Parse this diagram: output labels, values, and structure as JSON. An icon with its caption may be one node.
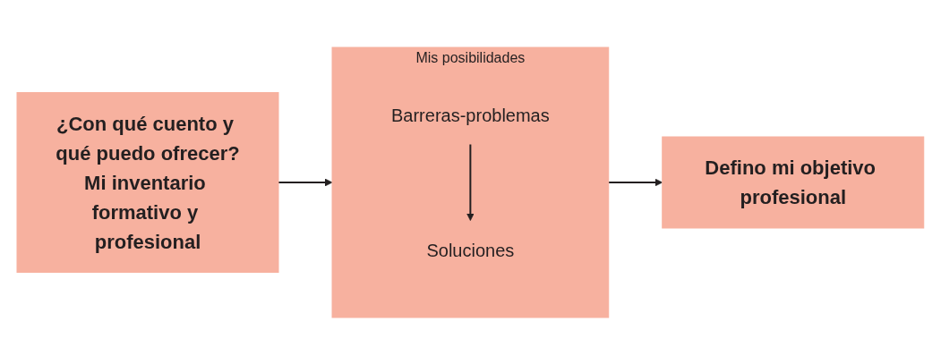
{
  "diagram": {
    "nodes": [
      {
        "text": [
          "¿Con qué cuento y qué puedo ofrecer?",
          "Mi inventario formativo y profesional"
        ]
      },
      {
        "text": [
          "Mis posibilidades"
        ]
      },
      {
        "text": [
          "Barreras-problemas"
        ],
        "in": 1
      },
      {
        "text": [
          "Soluciones"
        ],
        "in": 1
      },
      {
        "text": [
          "Defino mi objetivo profesional"
        ]
      }
    ],
    "edges": [
      {
        "from": 0,
        "to": 1,
        "arrow": "to"
      },
      {
        "from": 2,
        "to": 3,
        "arrow": "to"
      },
      {
        "from": 1,
        "to": 4,
        "arrow": "to"
      }
    ]
  }
}
